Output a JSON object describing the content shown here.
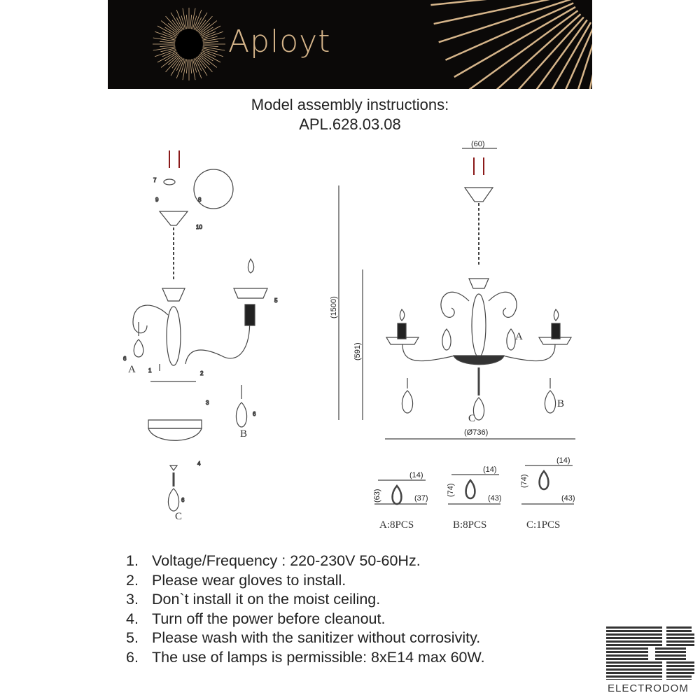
{
  "header": {
    "brand": "Aployt",
    "colors": {
      "background": "#0b0908",
      "gold": "#d6b58a"
    }
  },
  "title": {
    "line1": "Model assembly instructions:",
    "line2": "APL.628.03.08"
  },
  "exploded_view": {
    "parts": [
      "1",
      "2",
      "3",
      "4",
      "5",
      "6",
      "7",
      "8",
      "9",
      "10"
    ],
    "labels": {
      "a": "A",
      "b": "B",
      "c": "C"
    }
  },
  "dimension_view": {
    "top_width": "(60)",
    "total_height": "(1500)",
    "body_height": "(591)",
    "diameter": "(Ø736)",
    "labels": {
      "a": "A",
      "b": "B",
      "c": "C"
    }
  },
  "crystals": [
    {
      "width": "(14)",
      "height": "(63)",
      "length": "(37)",
      "caption": "A:8PCS"
    },
    {
      "width": "(14)",
      "height": "(74)",
      "length": "(43)",
      "caption": "B:8PCS"
    },
    {
      "width": "(14)",
      "height": "(74)",
      "length": "(43)",
      "caption": "C:1PCS"
    }
  ],
  "notes": [
    {
      "n": "1.",
      "text": "Voltage/Frequency : 220-230V 50-60Hz."
    },
    {
      "n": "2.",
      "text": "Please wear gloves to install."
    },
    {
      "n": "3.",
      "text": "Don`t install it on the moist ceiling."
    },
    {
      "n": "4.",
      "text": "Turn off the power before cleanout."
    },
    {
      "n": "5.",
      "text": "Please wash with the sanitizer without corrosivity."
    },
    {
      "n": "6.",
      "text": "The use of lamps is permissible: 8xE14 max 60W."
    }
  ],
  "footer": {
    "logo": "ED",
    "name": "ELECTRODOM"
  }
}
